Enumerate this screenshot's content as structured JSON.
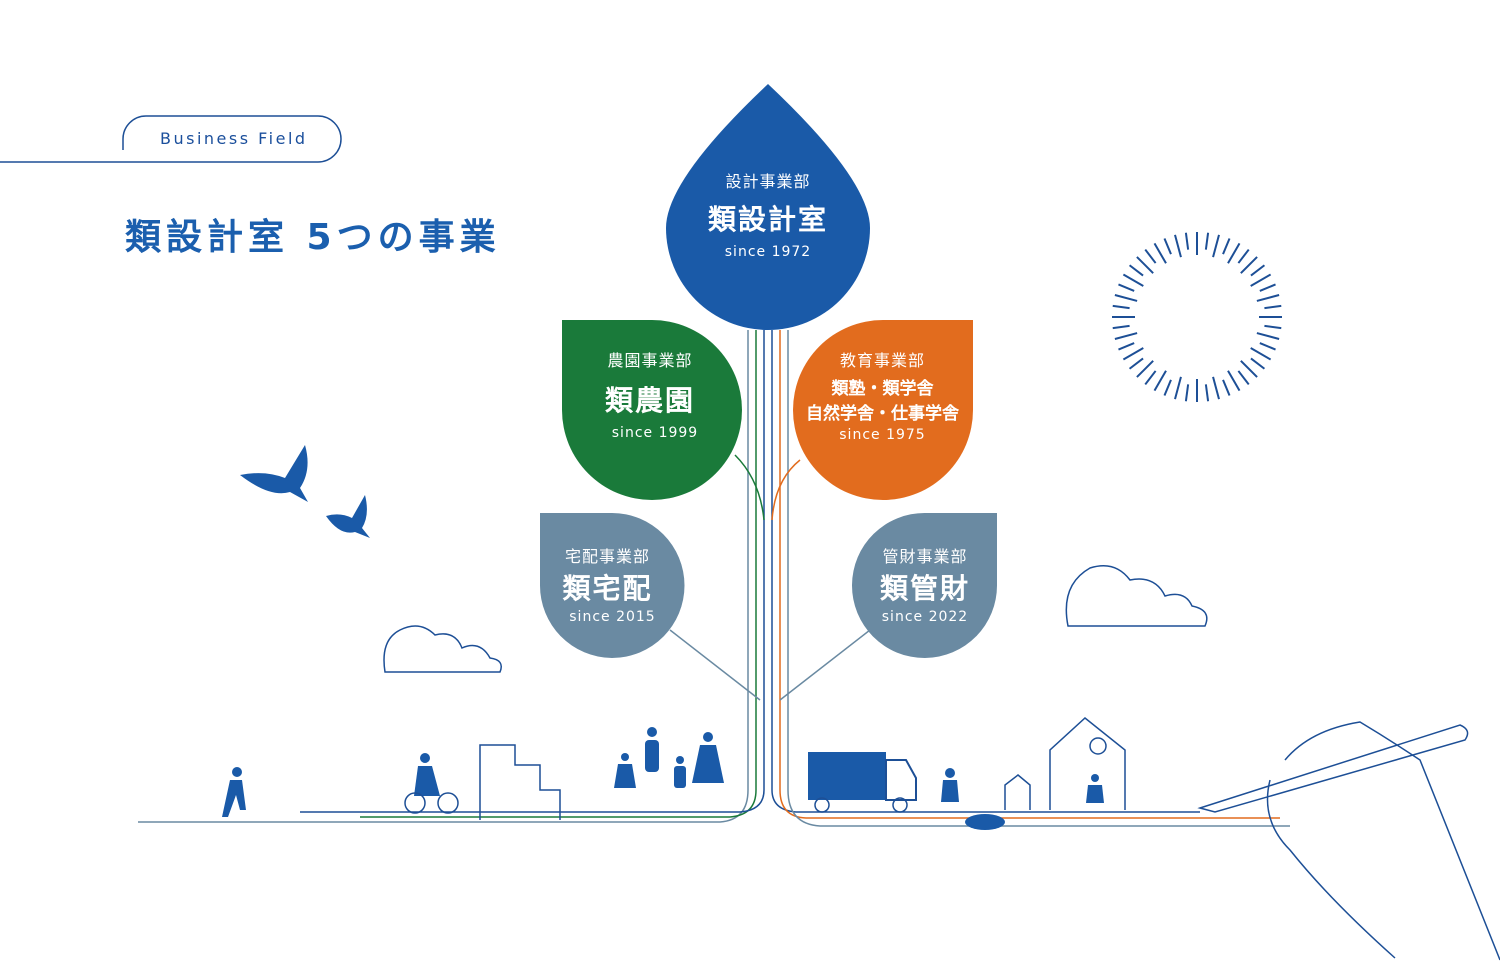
{
  "header": {
    "label": "Business Field",
    "title": "類設計室 5つの事業"
  },
  "colors": {
    "blue": "#1a5aa8",
    "green": "#1a7a3a",
    "orange": "#e26c1e",
    "gray": "#6a8aa2",
    "line": "#1d4f96"
  },
  "divisions": [
    {
      "dept": "設計事業部",
      "name": "類設計室",
      "since": "since 1972"
    },
    {
      "dept": "農園事業部",
      "name": "類農園",
      "since": "since 1999"
    },
    {
      "dept": "教育事業部",
      "name_lines": [
        "類塾・類学舎",
        "自然学舎・仕事学舎"
      ],
      "since": "since 1975"
    },
    {
      "dept": "宅配事業部",
      "name": "類宅配",
      "since": "since 2015"
    },
    {
      "dept": "管財事業部",
      "name": "類管財",
      "since": "since 2022"
    }
  ]
}
